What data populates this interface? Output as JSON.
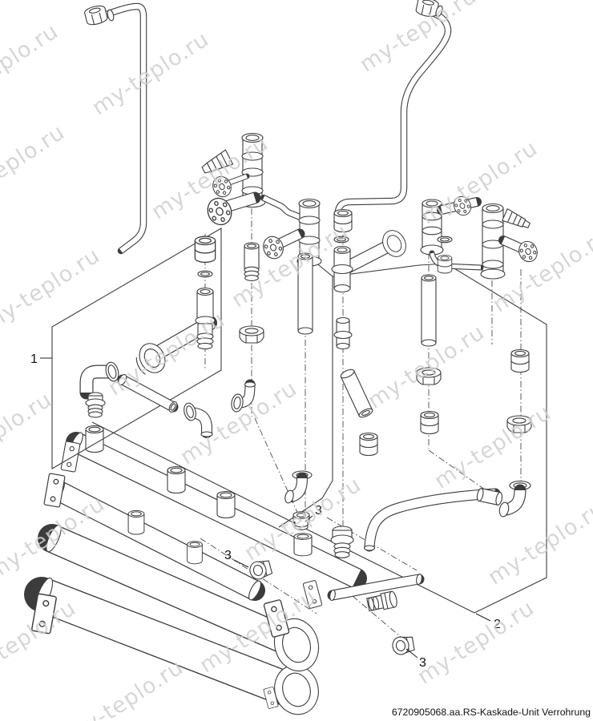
{
  "watermark": {
    "text": "my-teplo.ru",
    "color": "#cfcfcf"
  },
  "caption": "6720905068.aa.RS-Kaskade-Unit Verrohrung",
  "callouts": [
    {
      "label": "1"
    },
    {
      "label": "2"
    },
    {
      "label": "3"
    },
    {
      "label": "3"
    },
    {
      "label": "3"
    }
  ],
  "colors": {
    "line": "#3c3c3c",
    "label": "#111111",
    "background": "#ffffff"
  },
  "parts": [
    "top-left-pipe",
    "top-right-pipe",
    "left-valve-assembly",
    "right-valve-assembly",
    "pump-sleeve",
    "manifold",
    "elbow-fitting",
    "union-nut",
    "hex-nut",
    "washer",
    "pipe-segment",
    "long-connector-pipe",
    "short-connector-pipe",
    "threaded-plug",
    "flange-ring",
    "mounting-bracket"
  ]
}
